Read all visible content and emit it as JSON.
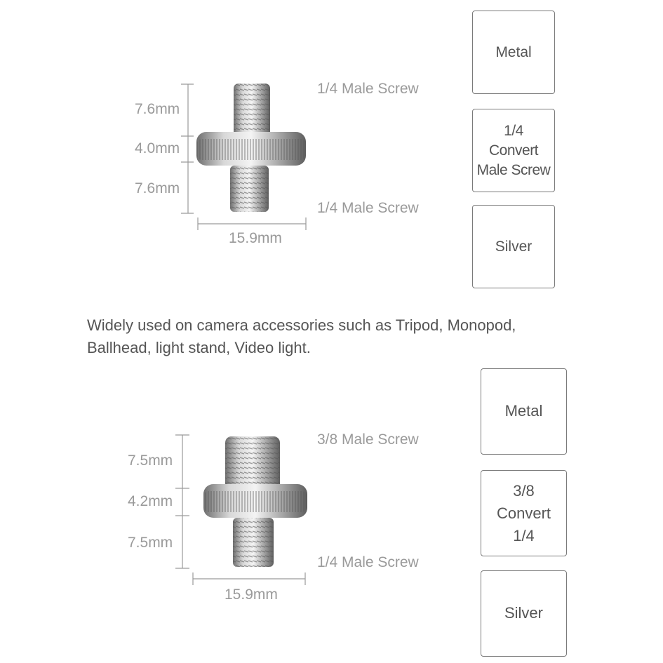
{
  "product1": {
    "dims": [
      "7.6mm",
      "4.0mm",
      "7.6mm"
    ],
    "width": "15.9mm",
    "top_label": "1/4 Male Screw",
    "bottom_label": "1/4 Male Screw",
    "boxes": {
      "material": "Metal",
      "convert": [
        "1/4",
        "Convert",
        "Male Screw"
      ],
      "color": "Silver"
    }
  },
  "description": "Widely used on camera accessories such as Tripod, Monopod, Ballhead, light stand, Video light.",
  "product2": {
    "dims": [
      "7.5mm",
      "4.2mm",
      "7.5mm"
    ],
    "width": "15.9mm",
    "top_label": "3/8 Male Screw",
    "bottom_label": "1/4 Male Screw",
    "boxes": {
      "material": "Metal",
      "convert": [
        "3/8",
        "Convert",
        "1/4"
      ],
      "color": "Silver"
    }
  }
}
